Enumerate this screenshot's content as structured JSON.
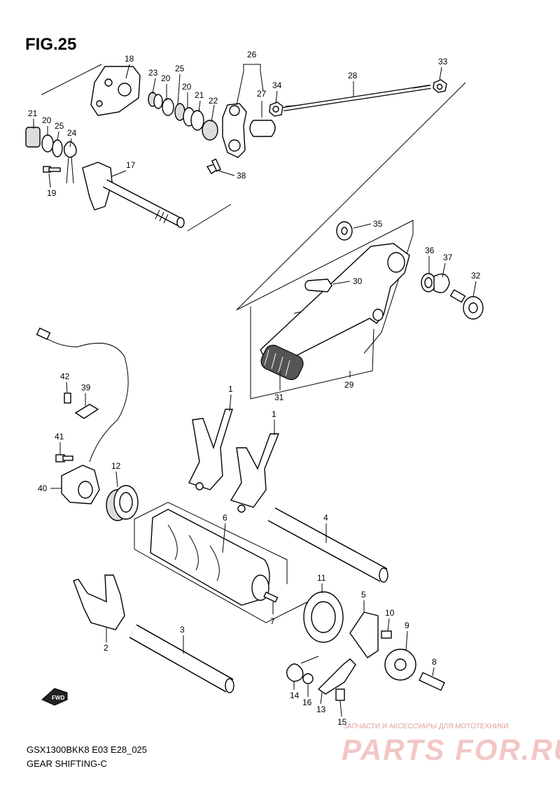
{
  "figure_title": "FIG.25",
  "model_code": "GSX1300BKK8 E03 E28_025",
  "subtitle": "GEAR SHIFTING-C",
  "watermark": {
    "text": "ЗАПЧАСТИ И АКСЕССУАРЫ ДЛЯ МОТОТЕХНИКИ",
    "logo": "PARTS FOR.RU"
  },
  "fwd_label": "FWD",
  "callouts": {
    "c18": "18",
    "c23": "23",
    "c20a": "20",
    "c25a": "25",
    "c20b": "20",
    "c21a": "21",
    "c22": "22",
    "c26": "26",
    "c27": "27",
    "c34": "34",
    "c28": "28",
    "c33": "33",
    "c21b": "21",
    "c20c": "20",
    "c25b": "25",
    "c24": "24",
    "c17": "17",
    "c19": "19",
    "c38": "38",
    "c35": "35",
    "c36": "36",
    "c37": "37",
    "c32": "32",
    "c30": "30",
    "c29": "29",
    "c31": "31",
    "c42": "42",
    "c39": "39",
    "c41": "41",
    "c40": "40",
    "c12": "12",
    "c1a": "1",
    "c1b": "1",
    "c6": "6",
    "c4": "4",
    "c7": "7",
    "c11": "11",
    "c5": "5",
    "c10": "10",
    "c9": "9",
    "c8": "8",
    "c2": "2",
    "c3": "3",
    "c14": "14",
    "c16": "16",
    "c13": "13",
    "c15": "15"
  }
}
